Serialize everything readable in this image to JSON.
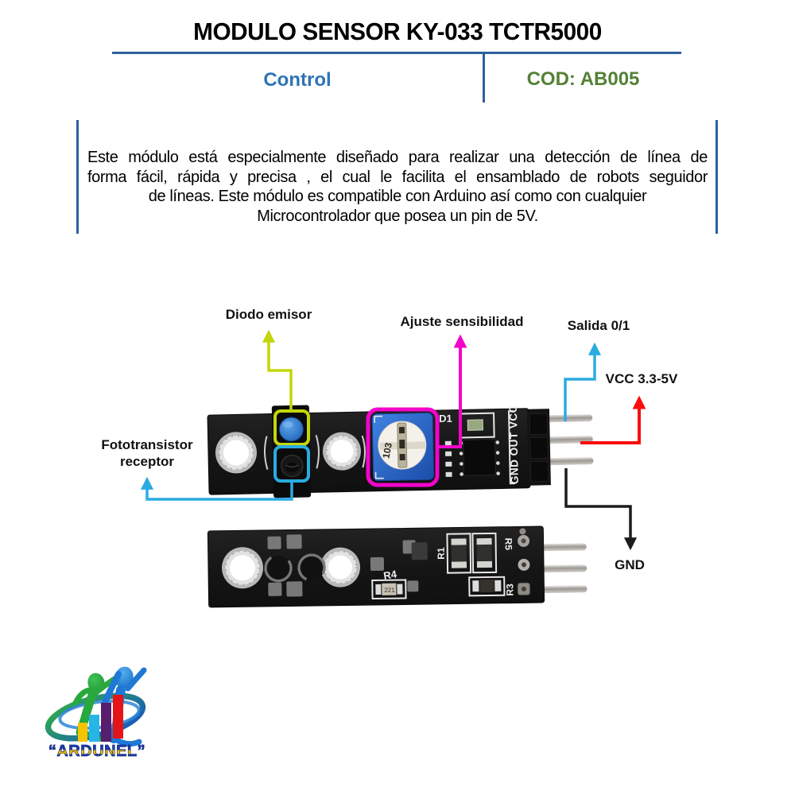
{
  "header": {
    "title": "MODULO SENSOR KY-033 TCTR5000",
    "category": "Control",
    "code": "COD: AB005",
    "rule_color": "#2e5f9e",
    "category_color": "#2e74b5",
    "code_color": "#538135"
  },
  "description": {
    "lines": [
      "Este módulo está especialmente diseñado para realizar una detección de línea de",
      "forma fácil, rápida y precisa , el cual le facilita el ensamblado de robots seguidor",
      "de líneas. Este módulo es compatible con Arduino así como con cualquier",
      "Microcontrolador que posea un pin de 5V."
    ]
  },
  "diagram": {
    "labels": {
      "emitter": "Diodo emisor",
      "sensitivity": "Ajuste sensibilidad",
      "output": "Salida 0/1",
      "vcc": "VCC 3.3-5V",
      "phototransistor": "Fototransistor receptor",
      "gnd": "GND"
    },
    "colors": {
      "emitter": "#c3d60b",
      "phototransistor": "#2aabe2",
      "sensitivity": "#f304cb",
      "output": "#2aabe2",
      "vcc": "#fb0d0d",
      "gnd": "#1c1c1c"
    },
    "silkscreen": {
      "pin_row": "GND OUT VCC",
      "led": "D1",
      "pot_value": "103",
      "r1": "R1",
      "r5": "R5",
      "r4": "R4",
      "r3": "R3",
      "r4_value": "221"
    }
  },
  "logo": {
    "brand": "“ARDUNEL”"
  }
}
